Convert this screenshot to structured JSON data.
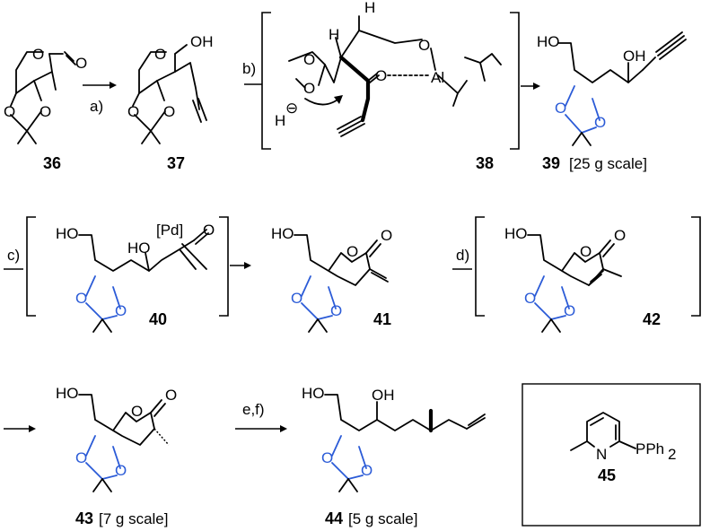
{
  "compounds": {
    "c36": {
      "label": "36"
    },
    "c37": {
      "label": "37"
    },
    "c38": {
      "label": "38"
    },
    "c39": {
      "label": "39",
      "note": "[25 g scale]"
    },
    "c40": {
      "label": "40"
    },
    "c41": {
      "label": "41"
    },
    "c42": {
      "label": "42"
    },
    "c43": {
      "label": "43",
      "note": "[7 g scale]"
    },
    "c44": {
      "label": "44",
      "note": "[5 g scale]"
    },
    "c45": {
      "label": "45"
    }
  },
  "steps": {
    "a": "a)",
    "b": "b)",
    "c": "c)",
    "d": "d)",
    "ef": "e,f)"
  },
  "atoms": {
    "O": "O",
    "OH": "OH",
    "HO": "HO",
    "H": "H",
    "Al": "Al",
    "Pd": "[Pd]",
    "N": "N",
    "PPh": "PPh",
    "sub2": "2",
    "minus": "⊖"
  }
}
